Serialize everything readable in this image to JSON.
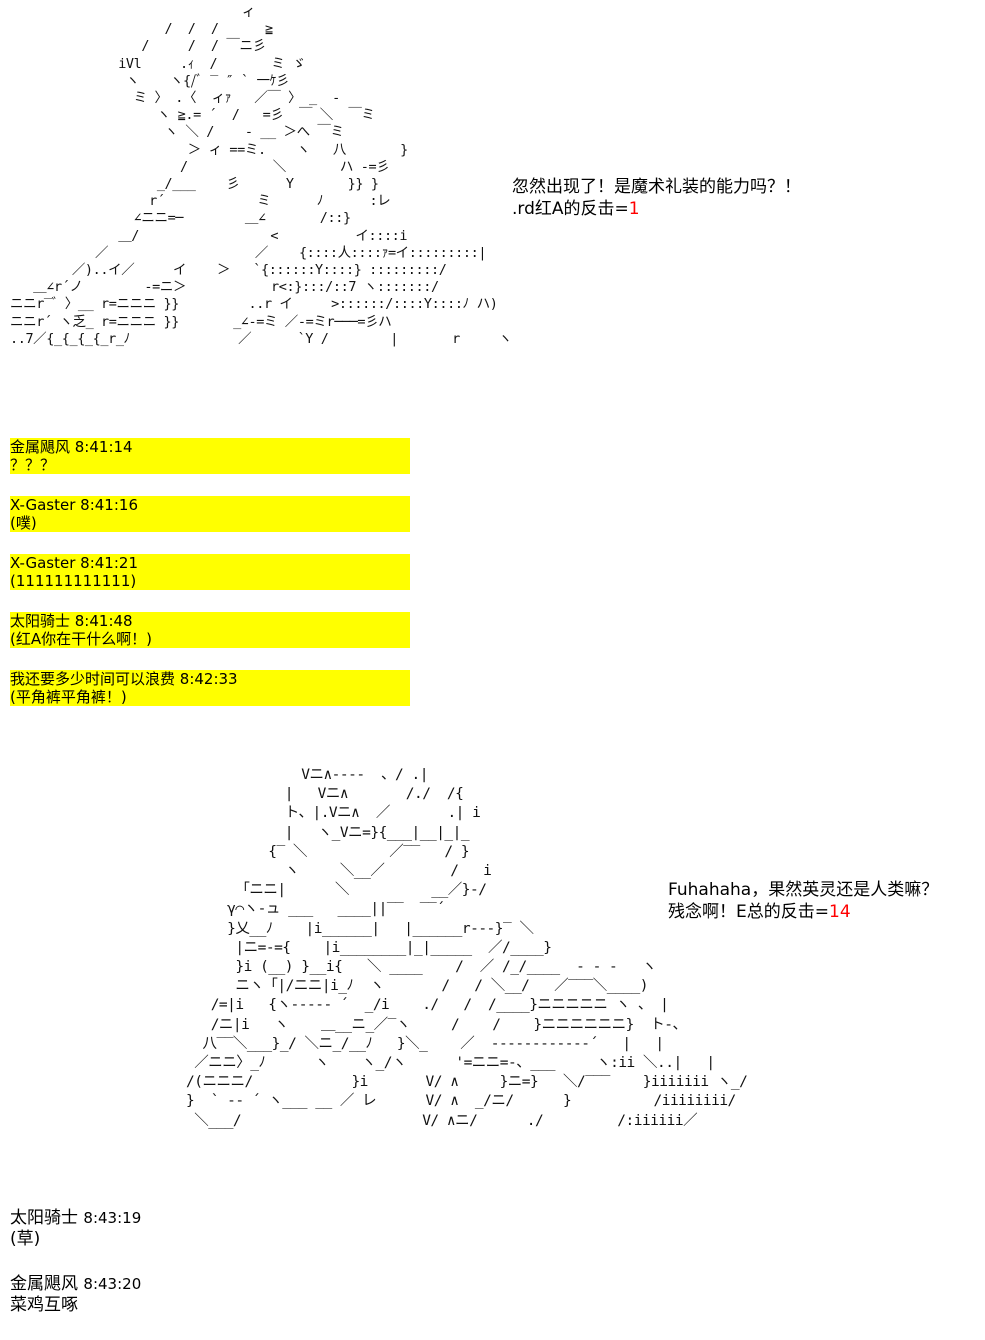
{
  "art1": {
    "lines": [
      "                              ィ",
      "                    /  /  /      ≧",
      "                 /     /  / ￣ニ彡",
      "              iVl     .ｨ  /       ミ ゞ",
      "               ヽ    ヽ{/ﾞ ‾ ″ ` 一ｹ彡",
      "                ミ 〉 .〈  ィｧ   ／￣ 〉 _  ‐",
      "                   ヽ ≧.= ´  /   =彡  ￣ ＼  ￣ミ",
      "                    ヽ ＼ /    ‐ __ ＞へ ￣ミ",
      "                       ＞ ィ ==ミ.    ヽ   八       }",
      "                      /           ＼       ハ ‐=彡",
      "                   _/___    彡      Y       }} }",
      "                  r´            ミ      ﾉ      :レ",
      "                ∠ニニ=─        ＿∠       /::}",
      "              ＿/                 <          イ::::i",
      "           ／                   ／    {::::人::::ｧ=イ:::::::::|",
      "        ／)..イ／     イ    ＞   `{::::::Y::::} :::::::::/",
      "   ＿∠r´ノ        ‐=ニ＞           r<:}:::/::7 ヽ:::::::/",
      "ニニr‾゛〉__ r=ニニニ }}         ..r イ     >::::::/::::Y::::ﾉ ハ)",
      "ニニr´ ヽ乏_ r=ニニニ }}       _∠‐=ミ ／‐=ミr───=彡ハ",
      "..7／{_{_{_{_r_ﾉ              ／      `Y /        |       r     ヽ"
    ]
  },
  "narration1": {
    "line1": "忽然出现了！是魔术礼装的能力吗？！",
    "line2_prefix": ".rd红A的反击=",
    "line2_value": "1"
  },
  "chat1": [
    {
      "header": "金属飓风 8:41:14",
      "body": "？？？"
    },
    {
      "header": "X-Gaster 8:41:16",
      "body": "(噗)"
    },
    {
      "header": "X-Gaster 8:41:21",
      "body": "(111111111111)"
    },
    {
      "header": "太阳骑士 8:41:48",
      "body": "(红A你在干什么啊！)"
    },
    {
      "header": "我还要多少时间可以浪费 8:42:33",
      "body": "(平角裤平角裤！)"
    }
  ],
  "art2": {
    "lines": [
      "              Vニ∧‐‐‐‐  、/ .|",
      "            |   Vニ∧       /./  /{",
      "            ト、|.Vニ∧  ／       .| i",
      "            |   ヽ_Vニ=}{___|__|_|_",
      "          {‾ ＼          ／‾‾   / }",
      "            ヽ     ＼__／        /   i",
      "      「ニニ|      ＼          __／}‐/",
      "     γ⌒ヽ‐ュ ___   ____||‾‾  ‾‾´",
      "     }乂__ﾉ    |i______|   |______r‐‐‐}‾ ＼",
      "      |ニ=‐={    |i________|_|_____  ／/____}",
      "      }i (__) }__i{   ＼ ____    /  ／ /_/____  ‐ ‐ ‐   ヽ",
      "      ニヽ「|/ニニ|i_ﾉ  ヽ       /   / ＼__/   ／‾‾‾＼____)",
      "   /=|i   {ヽ‐‐‐‐‐ ´  _/i    ./   /  /____}ニニニニニ ヽ 、 |",
      "   /ニ|i   ヽ    ＿__ニ_／‾ヽ     /    /    }ニニニニニニ}  ト-、",
      "  八‾‾＼___}_/ ＼ニ_/__ﾉ   }＼_    ／  ‐‐‐‐‐‐‐‐‐‐‐‐´   |   |",
      " ／ニニ〉_ﾉ      ヽ    ヽ_/ヽ      '=ニニ=‐、___     ヽ:ii ＼..|   |",
      "/(ニニニ/            }i       V/ ∧     }ニ=}   ＼/‾‾‾    }iiiiiii ヽ_/",
      "}  ` ‐‐ ´ ヽ___ __ ／ レ      V/ ∧  _/ニ/      }          /iiiiiiii/",
      " ＼___/                      V/ ∧ニ/      ./         /:iiiiii／"
    ]
  },
  "narration2": {
    "line1": "Fuhahaha，果然英灵还是人类嘛？",
    "line2_prefix": "残念啊！E总的反击=",
    "line2_value": "14"
  },
  "chat2": [
    {
      "name": "太阳骑士",
      "time": "8:43:19",
      "body": "(草)"
    },
    {
      "name": "金属飓风",
      "time": "8:43:20",
      "body": "菜鸡互啄"
    }
  ],
  "colors": {
    "highlight": "#ffff00",
    "counter_value": "#ff0000",
    "text": "#000000",
    "background": "#ffffff"
  }
}
